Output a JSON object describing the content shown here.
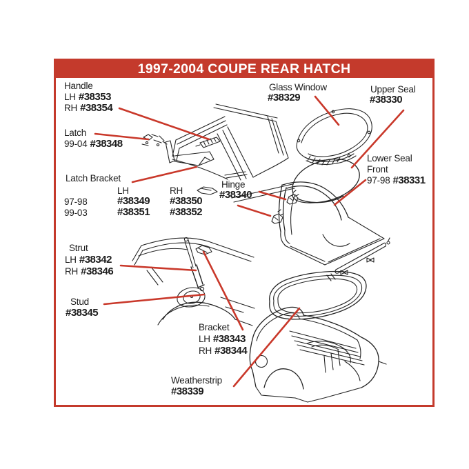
{
  "header": {
    "title": "1997-2004 COUPE REAR HATCH"
  },
  "colors": {
    "accent_red": "#c43a2c",
    "leader_red": "#c9382a",
    "line_black": "#242424",
    "text": "#1c1c1c",
    "background": "#ffffff"
  },
  "callouts": {
    "handle": {
      "title": "Handle",
      "lh": "LH",
      "lh_num": "#38353",
      "rh": "RH",
      "rh_num": "#38354"
    },
    "latch": {
      "title": "Latch",
      "years": "99-04",
      "num": "#38348"
    },
    "latch_bracket": {
      "title": "Latch Bracket",
      "col_lh": "LH",
      "col_rh": "RH",
      "r1_years": "97-98",
      "r1_lh": "#38349",
      "r1_rh": "#38350",
      "r2_years": "99-03",
      "r2_lh": "#38351",
      "r2_rh": "#38352"
    },
    "strut": {
      "title": "Strut",
      "lh": "LH",
      "lh_num": "#38342",
      "rh": "RH",
      "rh_num": "#38346"
    },
    "stud": {
      "title": "Stud",
      "num": "#38345"
    },
    "bracket": {
      "title": "Bracket",
      "lh": "LH",
      "lh_num": "#38343",
      "rh": "RH",
      "rh_num": "#38344"
    },
    "weatherstrip": {
      "title": "Weatherstrip",
      "num": "#38339"
    },
    "glass_window": {
      "title": "Glass Window",
      "num": "#38329"
    },
    "upper_seal": {
      "title": "Upper Seal",
      "num": "#38330"
    },
    "lower_seal": {
      "title": "Lower Seal",
      "subtitle": "Front",
      "years": "97-98",
      "num": "#38331"
    },
    "hinge": {
      "title": "Hinge",
      "num": "#38340"
    }
  }
}
